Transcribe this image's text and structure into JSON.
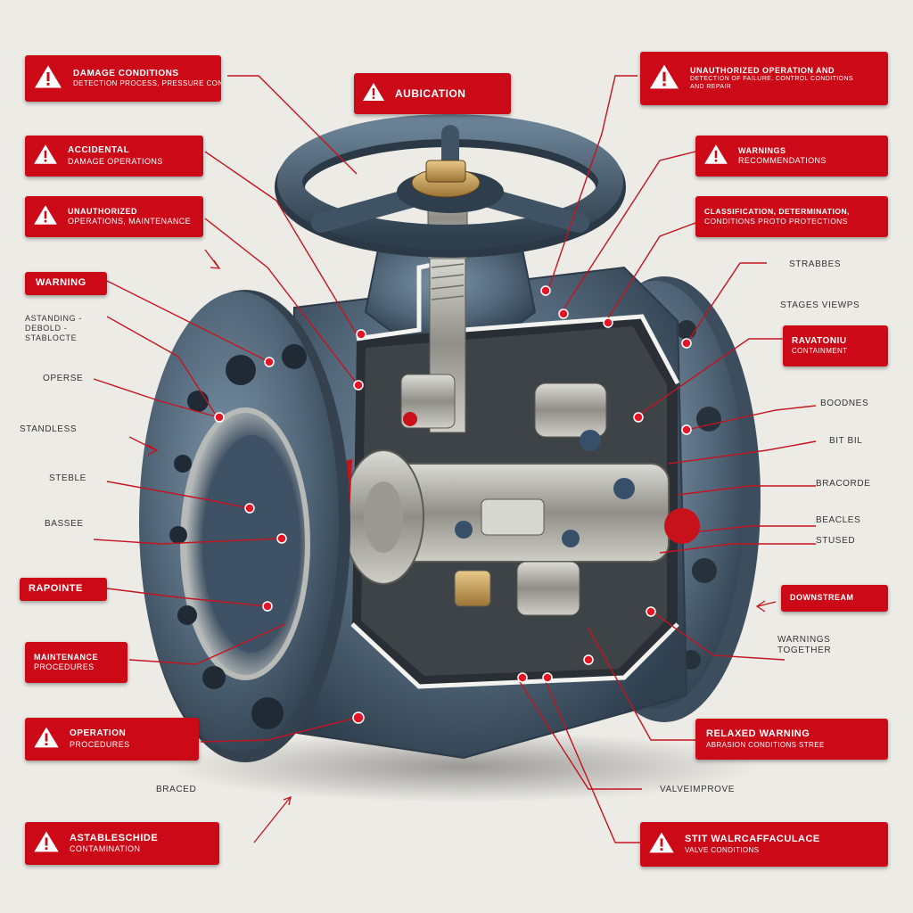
{
  "colors": {
    "warning_red": "#cc0a17",
    "valve_steel": "#4f6478",
    "leader_line": "#c4141f",
    "background": "#ecebe6"
  },
  "center_box": {
    "text": "AUBICATION",
    "icon": "warning-triangle-icon"
  },
  "left_boxes": [
    {
      "line1": "DAMAGE CONDITIONS",
      "line2": "DETECTION PROCESS, PRESSURE CONTROL",
      "icon": "warning-triangle-icon"
    },
    {
      "line1": "ACCIDENTAL",
      "line2": "DAMAGE OPERATIONS",
      "icon": "warning-triangle-icon"
    },
    {
      "line1": "UNAUTHORIZED",
      "line2": "OPERATIONS, MAINTENANCE",
      "icon": "warning-triangle-icon"
    },
    {
      "line1": "WARNING",
      "line2": ""
    },
    {
      "line1": "RAPOINTE",
      "line2": ""
    },
    {
      "line1": "MAINTENANCE",
      "line2": "PROCEDURES",
      "icon": ""
    },
    {
      "line1": "OPERATION",
      "line2": "PROCEDURES",
      "icon": "warning-triangle-icon"
    },
    {
      "line1": "ASTABLESCHIDE",
      "line2": "CONTAMINATION",
      "icon": "warning-triangle-icon"
    }
  ],
  "right_boxes": [
    {
      "line1": "UNAUTHORIZED OPERATION AND",
      "line2": "DETECTION OF FAILURE. CONTROL CONDITIONS AND REPAIR",
      "icon": "warning-triangle-icon"
    },
    {
      "line1": "WARNINGS",
      "line2": "RECOMMENDATIONS",
      "icon": "warning-triangle-icon"
    },
    {
      "line1": "CLASSIFICATION, DETERMINATION,",
      "line2": "CONDITIONS PROTO PROTECTIONS",
      "icon": ""
    },
    {
      "line1": "RAVATONIU",
      "line2": "CONTAINMENT",
      "icon": ""
    },
    {
      "line1": "DOWNSTREAM",
      "line2": "",
      "icon": ""
    },
    {
      "line1": "RELAXED WARNING",
      "line2": "ABRASION CONDITIONS STREE",
      "icon": ""
    },
    {
      "line1": "STIT WALRCAFFACULACE",
      "line2": "VALVE CONDITIONS",
      "icon": "warning-triangle-icon"
    }
  ],
  "left_labels": [
    "ASTANDING - DEBOLD - STABLOCTE",
    "OPERSE",
    "STANDLESS",
    "STEBLE",
    "BASSEE",
    "BRACED"
  ],
  "right_labels": [
    "STRABBES",
    "STAGES VIEWPS",
    "BOODNES",
    "BIT BIL",
    "BRACORDE",
    "BEACLES",
    "STUSED",
    "WARNINGS TOGETHER",
    "VALVEIMPROVE"
  ]
}
